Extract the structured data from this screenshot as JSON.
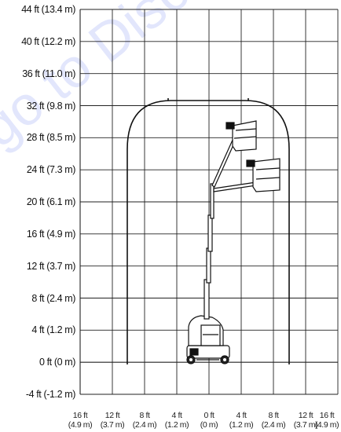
{
  "chart_data": {
    "type": "diagram",
    "title": "",
    "y_ticks": [
      "44 ft (13.4 m)",
      "40 ft (12.2 m)",
      "36 ft (11.0 m)",
      "32 ft (9.8 m)",
      "28 ft (8.5 m)",
      "24 ft (7.3 m)",
      "20 ft (6.1 m)",
      "16 ft (4.9 m)",
      "12 ft (3.7 m)",
      "8 ft (2.4 m)",
      "4 ft (1.2 m)",
      "0 ft (0 m)",
      "-4 ft (-1.2 m)"
    ],
    "x_ticks": [
      {
        "ft": "16 ft",
        "m": "(4.9 m)"
      },
      {
        "ft": "12 ft",
        "m": "(3.7 m)"
      },
      {
        "ft": "8 ft",
        "m": "(2.4 m)"
      },
      {
        "ft": "4 ft",
        "m": "(1.2 m)"
      },
      {
        "ft": "0 ft",
        "m": "(0 m)"
      },
      {
        "ft": "4 ft",
        "m": "(1.2 m)"
      },
      {
        "ft": "8 ft",
        "m": "(2.4 m)"
      },
      {
        "ft": "12 ft",
        "m": "(3.7 m)"
      },
      {
        "ft": "16 ft",
        "m": "(4.9 m)"
      }
    ],
    "x_range_ft": [
      -16,
      16
    ],
    "y_range_ft": [
      -4,
      44
    ],
    "grid": true,
    "work_envelope": {
      "max_height_ft": 32,
      "horizontal_range_ft": [
        -10,
        10
      ]
    }
  },
  "watermark": "go to Discount"
}
